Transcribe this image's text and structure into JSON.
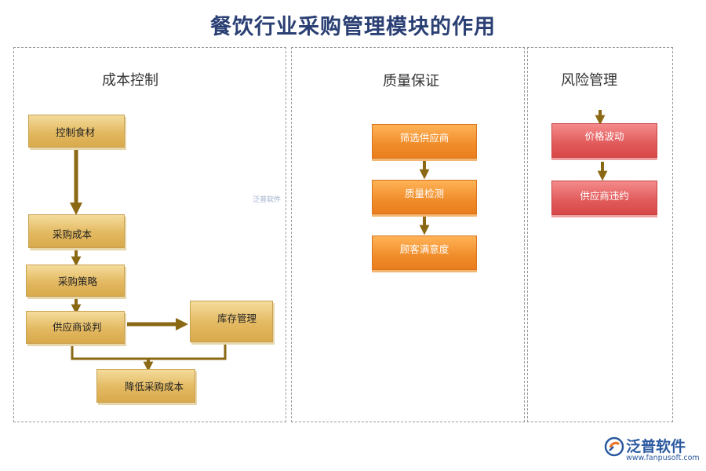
{
  "title": "餐饮行业采购管理模块的作用",
  "panels": {
    "cost": {
      "title": "成本控制",
      "nodes": {
        "food": "控制食材",
        "purchase_cost": "采购成本",
        "strategy": "采购策略",
        "negotiation": "供应商谈判",
        "inventory": "库存管理",
        "reduce": "降低采购成本"
      }
    },
    "quality": {
      "title": "质量保证",
      "nodes": {
        "screen": "筛选供应商",
        "inspect": "质量检测",
        "satisfaction": "顾客满意度"
      }
    },
    "risk": {
      "title": "风险管理",
      "nodes": {
        "price": "价格波动",
        "breach": "供应商违约"
      }
    }
  },
  "watermark": "泛普软件",
  "logo": {
    "name": "泛普软件",
    "url": "www.fanpusoft.com"
  },
  "colors": {
    "title": "#2a3f73",
    "gold": "#e3b961",
    "orange": "#f08c2a",
    "red": "#e15a5a",
    "arrow": "#8b6914"
  }
}
